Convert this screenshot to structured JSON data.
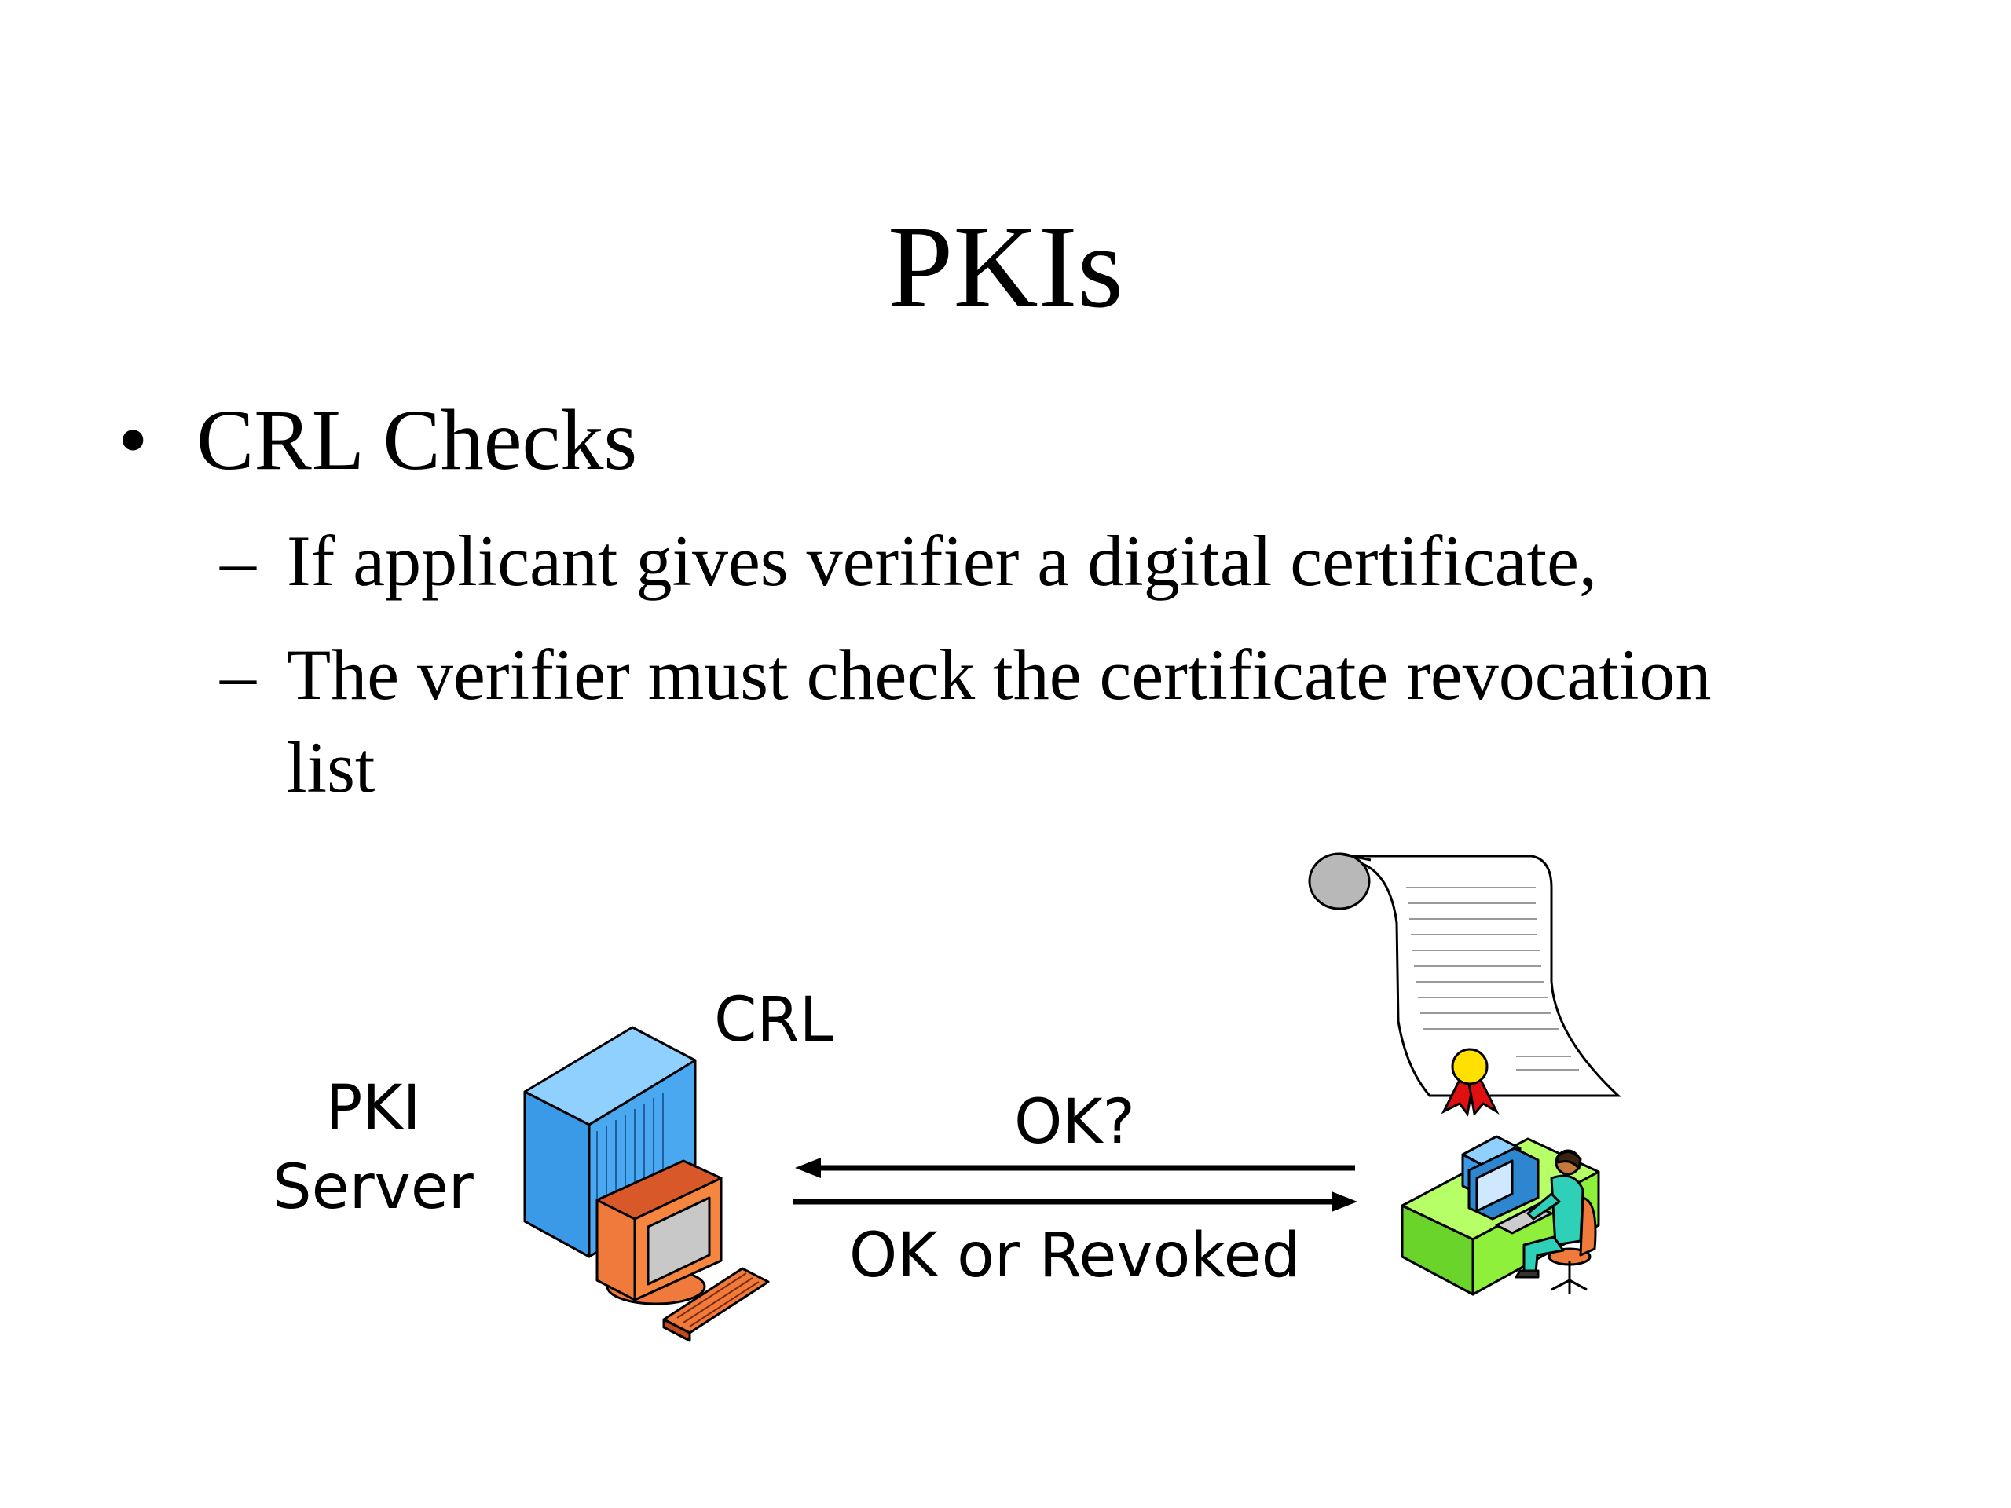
{
  "slide": {
    "title": "PKIs",
    "bullets": [
      {
        "marker": "•",
        "text": "CRL Checks",
        "sub_bullets": [
          {
            "marker": "–",
            "text": "If applicant gives verifier a digital certificate,"
          },
          {
            "marker": "–",
            "text": "The verifier must check the certificate revocation",
            "continuation": "list"
          }
        ]
      }
    ]
  },
  "diagram": {
    "server_label_line1": "PKI",
    "server_label_line2": "Server",
    "crl_label": "CRL",
    "request_label": "OK?",
    "response_label": "OK or Revoked",
    "icons": [
      "server-computer-icon",
      "certificate-scroll-icon",
      "verifier-workstation-icon"
    ],
    "colors": {
      "server_blue": "#4aa8f0",
      "monitor_orange": "#f07a3c",
      "desk_green": "#8ef03a",
      "seal_yellow": "#ffe000",
      "ribbon_red": "#e01010"
    }
  }
}
